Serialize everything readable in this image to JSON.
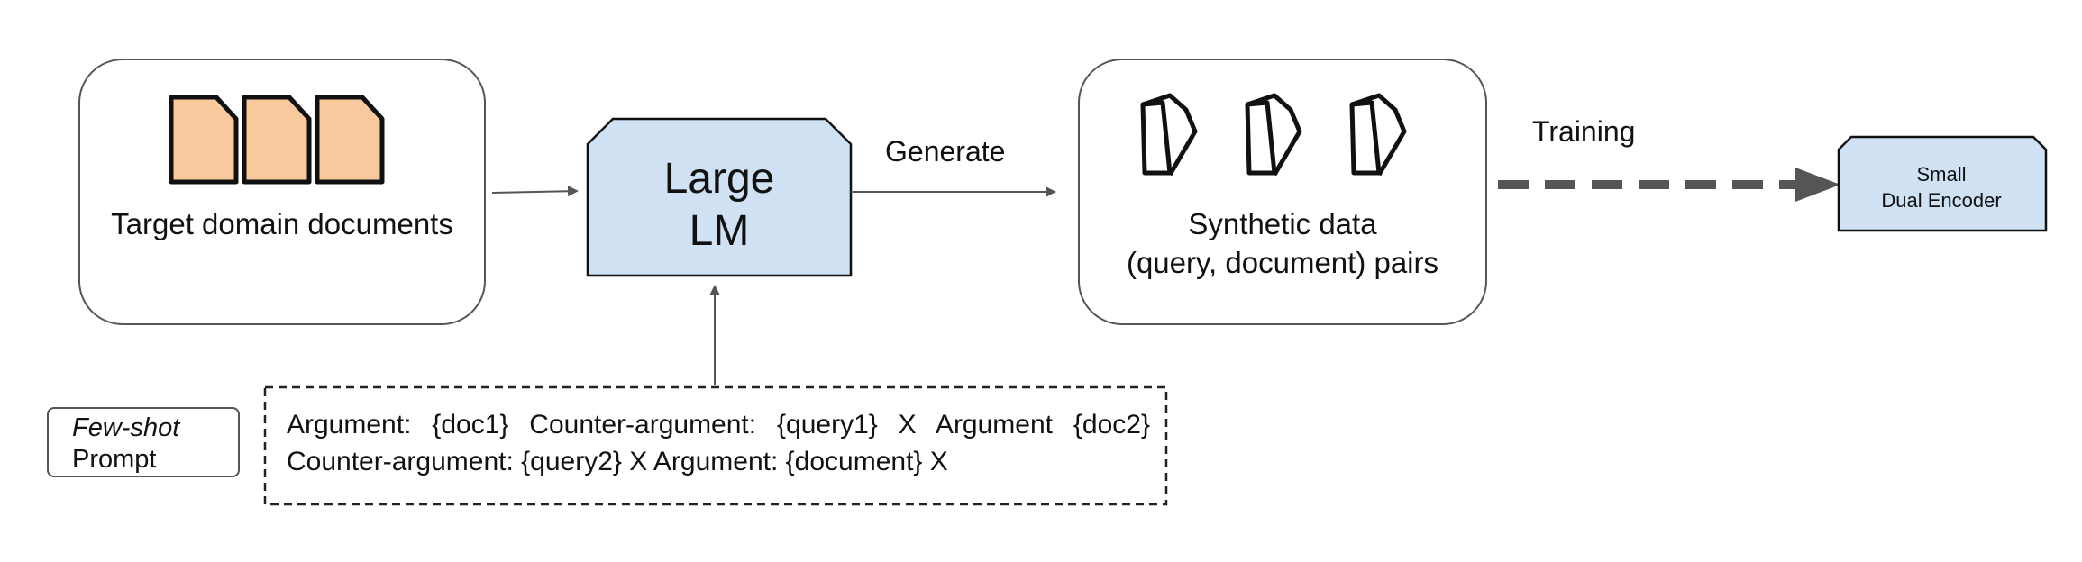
{
  "target_box": {
    "label": "Target domain documents"
  },
  "large_lm": {
    "label_line1": "Large",
    "label_line2": "LM"
  },
  "generate_label": "Generate",
  "synthetic_box": {
    "label_line1": "Synthetic data",
    "label_line2": "(query, document) pairs"
  },
  "training_label": "Training",
  "dual_encoder": {
    "label_line1": "Small",
    "label_line2": "Dual Encoder"
  },
  "few_shot": {
    "line1": "Few-shot",
    "line2": "Prompt"
  },
  "prompt_text": "Argument: {doc1} Counter-argument: {query1} X Argument {doc2} Counter-argument: {query2} X Argument: {document} X",
  "colors": {
    "doc_fill": "#f8c99d",
    "lm_fill": "#cfe1f3",
    "stroke": "#111111",
    "line": "#555555"
  }
}
